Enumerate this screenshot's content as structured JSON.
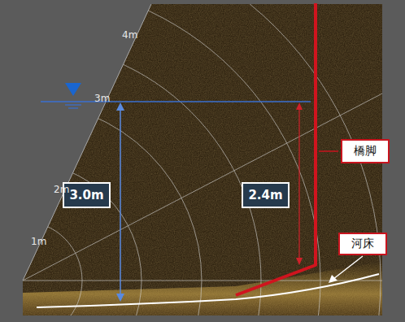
{
  "diagram": {
    "nodes": [
      {
        "text": [
          "橋脚"
        ]
      },
      {
        "text": [
          "3.0m"
        ]
      },
      {
        "text": [
          "2.4m"
        ]
      },
      {
        "text": [
          "河床"
        ]
      }
    ],
    "labels": [
      "4m",
      "3m",
      "2m",
      "1m"
    ]
  }
}
